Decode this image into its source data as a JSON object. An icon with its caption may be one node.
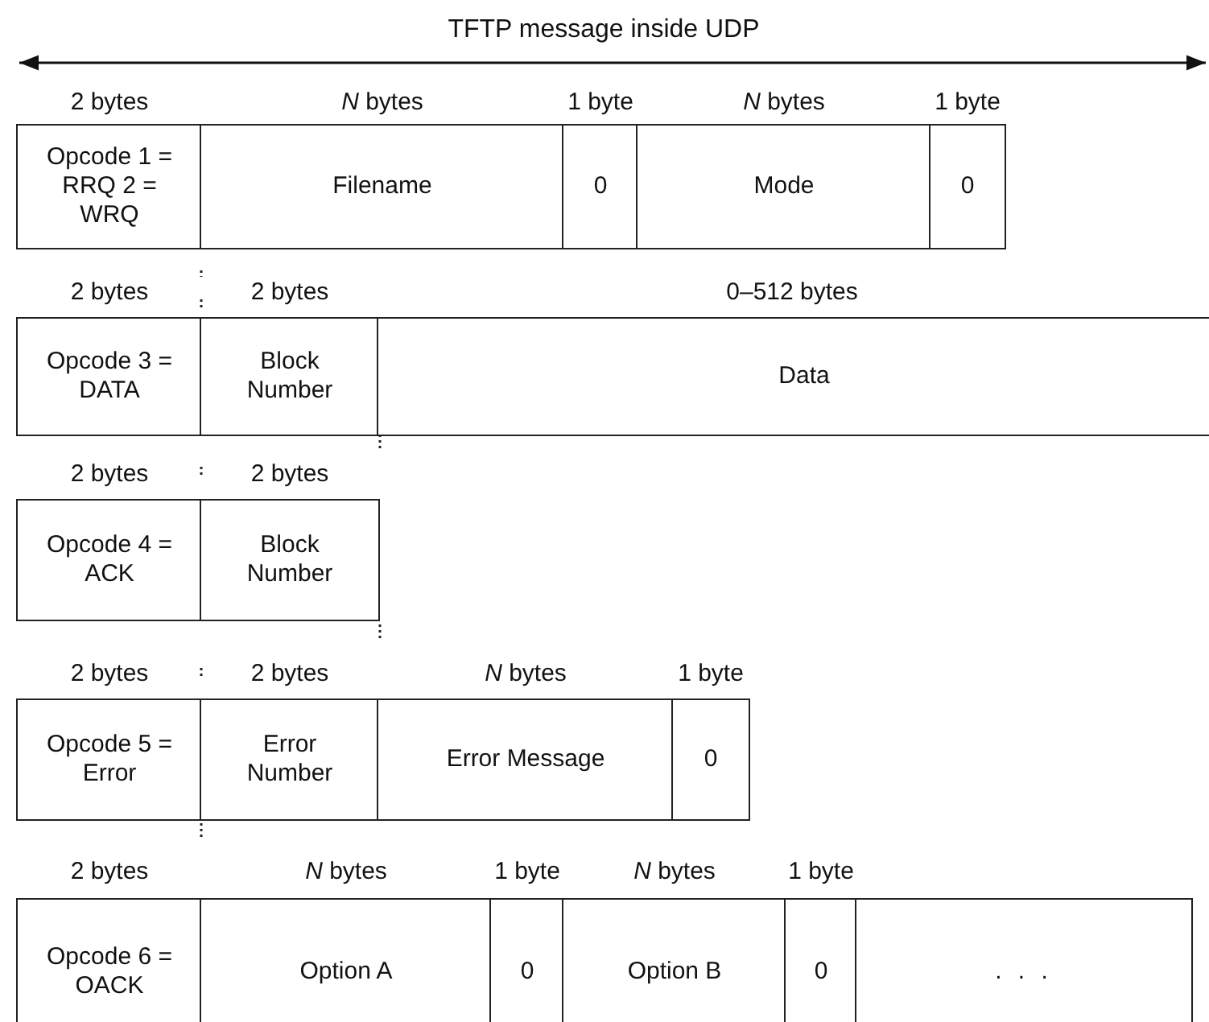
{
  "diagram": {
    "nodes": [
      {
        "text": [
          "Opcode 1 = RRQ 2 = WRQ"
        ],
        "beside": [
          "2 bytes"
        ]
      },
      {
        "text": [
          "Filename"
        ],
        "beside": [
          "*N* bytes"
        ]
      },
      {
        "text": [
          "0"
        ],
        "beside": [
          "1 byte"
        ]
      },
      {
        "text": [
          "Mode"
        ],
        "beside": [
          "*N* bytes"
        ]
      },
      {
        "text": [
          "0"
        ],
        "beside": [
          "1 byte"
        ]
      },
      {
        "text": [
          "Opcode 3 = DATA"
        ],
        "beside": [
          "2 bytes"
        ]
      },
      {
        "text": [
          "Block Number"
        ],
        "beside": [
          "2 bytes"
        ]
      },
      {
        "text": [
          "Data"
        ],
        "beside": [
          "0–512 bytes"
        ]
      },
      {
        "text": [
          "Opcode 4 = ACK"
        ],
        "beside": [
          "2 bytes"
        ]
      },
      {
        "text": [
          "Block Number"
        ],
        "beside": [
          "2 bytes"
        ]
      },
      {
        "text": [
          "Opcode 5 = Error"
        ],
        "beside": [
          "2 bytes"
        ]
      },
      {
        "text": [
          "Error Number"
        ],
        "beside": [
          "2 bytes"
        ]
      },
      {
        "text": [
          "Error Message"
        ],
        "beside": [
          "*N* bytes"
        ]
      },
      {
        "text": [
          "0"
        ],
        "beside": [
          "1 byte"
        ]
      },
      {
        "text": [
          "Opcode 6 = OACK"
        ],
        "beside": [
          "2 bytes"
        ]
      },
      {
        "text": [
          "Option A"
        ],
        "beside": [
          "*N* bytes"
        ]
      },
      {
        "text": [
          "0"
        ],
        "beside": [
          "1 byte"
        ]
      },
      {
        "text": [
          "Option B"
        ],
        "beside": [
          "*N* bytes"
        ]
      },
      {
        "text": [
          "0"
        ],
        "beside": [
          "1 byte"
        ]
      },
      {
        "text": [
          ". . ."
        ]
      }
    ],
    "labels": [
      "TFTP message inside UDP"
    ]
  }
}
